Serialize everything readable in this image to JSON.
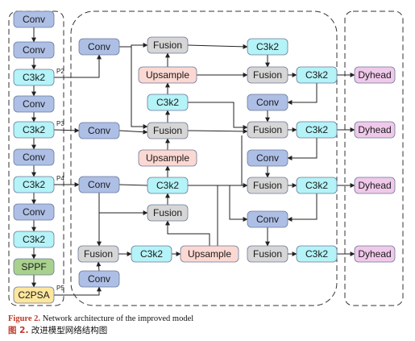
{
  "diagram": {
    "groups": [
      {
        "id": "backbone"
      },
      {
        "id": "neck"
      },
      {
        "id": "head"
      }
    ],
    "colors": {
      "conv": "#aebfe6",
      "c3k2": "#b4f3f7",
      "fusion": "#d6d6d6",
      "upsample": "#fbd8d2",
      "dyhead": "#f0c9ea",
      "sppf": "#a9d18e",
      "c2psa": "#fde69d"
    },
    "nodes": [
      {
        "id": "b_conv1",
        "label": "Conv",
        "type": "conv"
      },
      {
        "id": "b_conv2",
        "label": "Conv",
        "type": "conv"
      },
      {
        "id": "b_c3k2_1",
        "label": "C3k2",
        "type": "c3k2"
      },
      {
        "id": "b_conv3",
        "label": "Conv",
        "type": "conv"
      },
      {
        "id": "b_c3k2_2",
        "label": "C3k2",
        "type": "c3k2"
      },
      {
        "id": "b_conv4",
        "label": "Conv",
        "type": "conv"
      },
      {
        "id": "b_c3k2_3",
        "label": "C3k2",
        "type": "c3k2"
      },
      {
        "id": "b_conv5",
        "label": "Conv",
        "type": "conv"
      },
      {
        "id": "b_c3k2_4",
        "label": "C3k2",
        "type": "c3k2"
      },
      {
        "id": "b_sppf",
        "label": "SPPF",
        "type": "sppf"
      },
      {
        "id": "b_c2psa",
        "label": "C2PSA",
        "type": "c2psa"
      },
      {
        "id": "n_conv_p2",
        "label": "Conv",
        "type": "conv"
      },
      {
        "id": "n_conv_p3",
        "label": "Conv",
        "type": "conv"
      },
      {
        "id": "n_conv_p4",
        "label": "Conv",
        "type": "conv"
      },
      {
        "id": "n_conv_p5",
        "label": "Conv",
        "type": "conv"
      },
      {
        "id": "n_fus_b",
        "label": "Fusion",
        "type": "fusion"
      },
      {
        "id": "n_c3k2_b",
        "label": "C3k2",
        "type": "c3k2"
      },
      {
        "id": "n_ups_b",
        "label": "Upsample",
        "type": "upsample"
      },
      {
        "id": "n_fus_a2",
        "label": "Fusion",
        "type": "fusion"
      },
      {
        "id": "n_c3k2_a2",
        "label": "C3k2",
        "type": "c3k2"
      },
      {
        "id": "n_ups_a2",
        "label": "Upsample",
        "type": "upsample"
      },
      {
        "id": "n_fus_a3",
        "label": "Fusion",
        "type": "fusion"
      },
      {
        "id": "n_c3k2_a3",
        "label": "C3k2",
        "type": "c3k2"
      },
      {
        "id": "n_ups_a3",
        "label": "Upsample",
        "type": "upsample"
      },
      {
        "id": "n_fus_a1",
        "label": "Fusion",
        "type": "fusion"
      },
      {
        "id": "n_c3k2_c1",
        "label": "C3k2",
        "type": "c3k2"
      },
      {
        "id": "n_fus_c1",
        "label": "Fusion",
        "type": "fusion"
      },
      {
        "id": "n_c3k2_o1",
        "label": "C3k2",
        "type": "c3k2"
      },
      {
        "id": "n_conv_d1",
        "label": "Conv",
        "type": "conv"
      },
      {
        "id": "n_fus_o2",
        "label": "Fusion",
        "type": "fusion"
      },
      {
        "id": "n_c3k2_o2",
        "label": "C3k2",
        "type": "c3k2"
      },
      {
        "id": "n_conv_d2",
        "label": "Conv",
        "type": "conv"
      },
      {
        "id": "n_fus_o3",
        "label": "Fusion",
        "type": "fusion"
      },
      {
        "id": "n_c3k2_o3",
        "label": "C3k2",
        "type": "c3k2"
      },
      {
        "id": "n_conv_d3",
        "label": "Conv",
        "type": "conv"
      },
      {
        "id": "n_fus_o4",
        "label": "Fusion",
        "type": "fusion"
      },
      {
        "id": "n_c3k2_o4",
        "label": "C3k2",
        "type": "c3k2"
      },
      {
        "id": "h_dyhead1",
        "label": "Dyhead",
        "type": "dyhead"
      },
      {
        "id": "h_dyhead2",
        "label": "Dyhead",
        "type": "dyhead"
      },
      {
        "id": "h_dyhead3",
        "label": "Dyhead",
        "type": "dyhead"
      },
      {
        "id": "h_dyhead4",
        "label": "Dyhead",
        "type": "dyhead"
      }
    ],
    "ports": [
      {
        "id": "p2",
        "label": "P2"
      },
      {
        "id": "p3",
        "label": "P3"
      },
      {
        "id": "p4",
        "label": "P4"
      },
      {
        "id": "p5",
        "label": "P5"
      }
    ]
  },
  "caption": {
    "en_label": "Figure 2.",
    "en_text": " Network architecture of the improved model",
    "cn_label": "图 2.",
    "cn_text": "  改进模型网络结构图"
  }
}
